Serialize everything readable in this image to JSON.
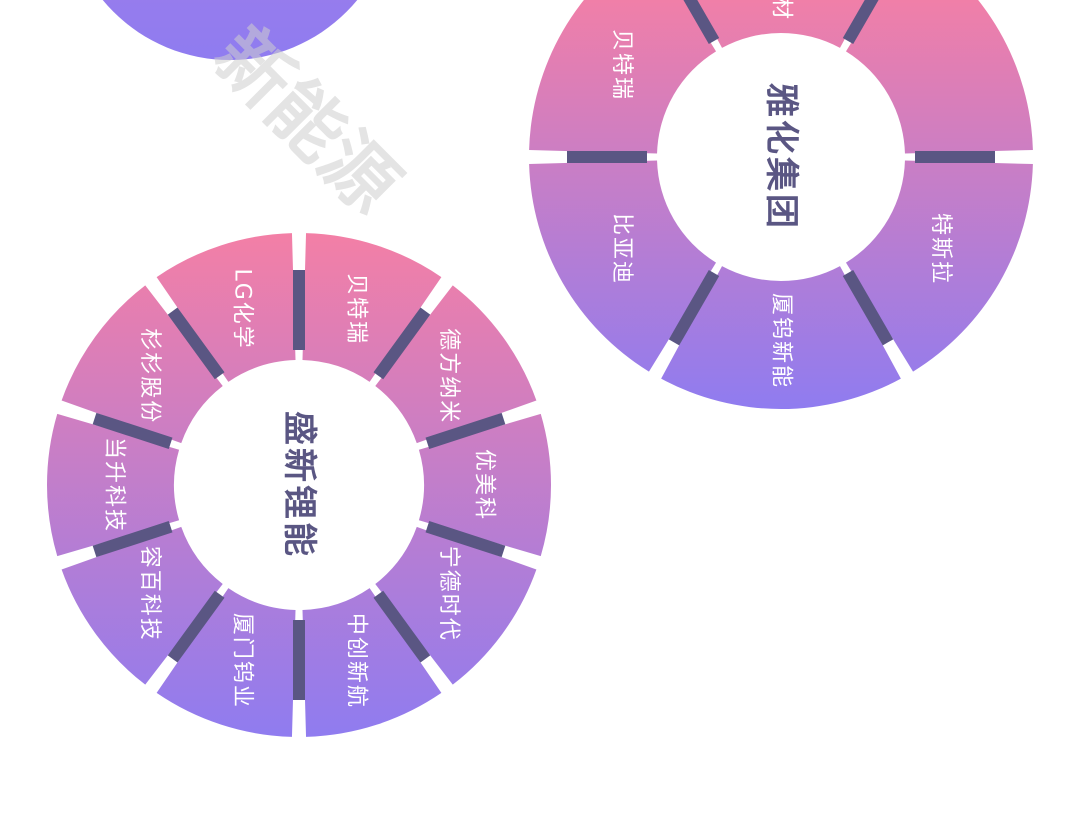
{
  "colors": {
    "gradient_top": "#f37fa6",
    "gradient_bottom": "#8f7cf0",
    "divider": "#5a5683",
    "hub_fill": "#ffffff",
    "hub_text": "#5a5683",
    "segment_text": "#ffffff",
    "watermark": "#cfcfcf"
  },
  "watermark": {
    "text": "新能源"
  },
  "wheels": [
    {
      "hub_label": "雅化集团",
      "segments": [
        {
          "label": "特斯拉"
        },
        {
          "label": "厦钨新能"
        },
        {
          "label": "比亚迪"
        },
        {
          "label": "贝特瑞"
        },
        {
          "label": "振华新材"
        },
        {
          "label": ""
        }
      ]
    },
    {
      "hub_label": "盛新锂能",
      "segments": [
        {
          "label": "优美科"
        },
        {
          "label": "宁德时代"
        },
        {
          "label": "中创新航"
        },
        {
          "label": "厦门钨业"
        },
        {
          "label": "容百科技"
        },
        {
          "label": "当升科技"
        },
        {
          "label": "杉杉股份"
        },
        {
          "label": "LG化学"
        },
        {
          "label": "贝特瑞"
        },
        {
          "label": "德方纳米"
        }
      ]
    }
  ]
}
